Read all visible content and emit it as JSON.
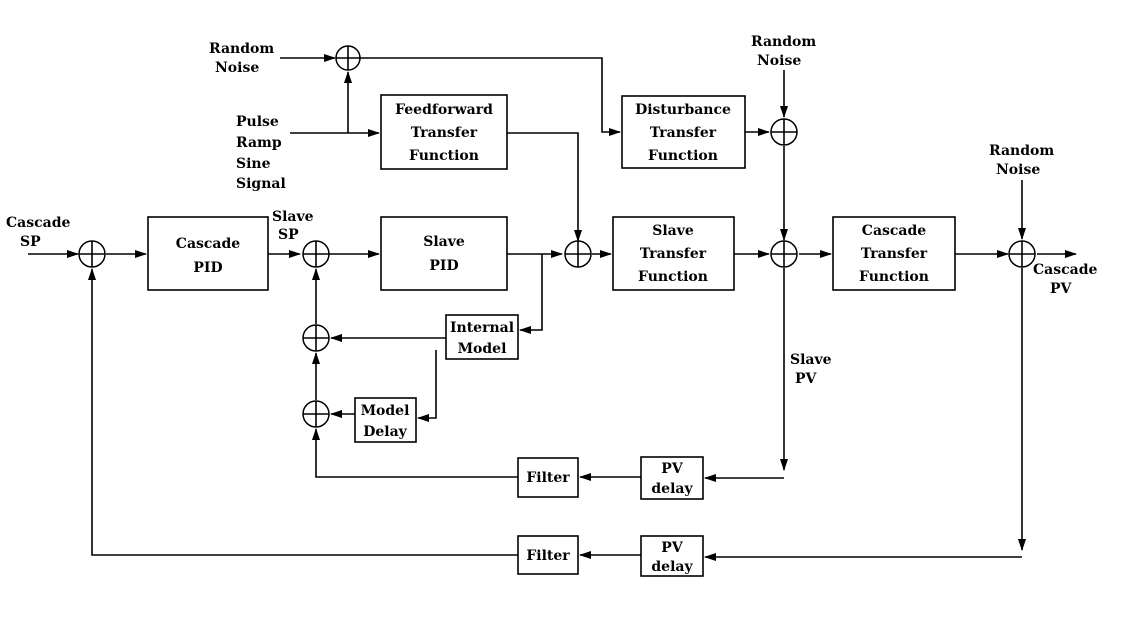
{
  "blocks": {
    "feedforward": [
      "Feedforward",
      "Transfer",
      "Function"
    ],
    "disturbance": [
      "Disturbance",
      "Transfer",
      "Function"
    ],
    "cascade_pid": [
      "Cascade",
      "PID"
    ],
    "slave_pid": [
      "Slave",
      "PID"
    ],
    "slave_tf": [
      "Slave",
      "Transfer",
      "Function"
    ],
    "cascade_tf": [
      "Cascade",
      "Transfer",
      "Function"
    ],
    "internal_model": [
      "Internal",
      "Model"
    ],
    "model_delay": [
      "Model",
      "Delay"
    ],
    "filter_slave": [
      "Filter"
    ],
    "pv_delay_slave": [
      "PV",
      "delay"
    ],
    "filter_cascade": [
      "Filter"
    ],
    "pv_delay_cascade": [
      "PV",
      "delay"
    ]
  },
  "labels": {
    "random_noise_1": [
      "Random",
      "Noise"
    ],
    "random_noise_2": [
      "Random",
      "Noise"
    ],
    "random_noise_3": [
      "Random",
      "Noise"
    ],
    "signal_sources": [
      "Pulse",
      "Ramp",
      "Sine",
      "Signal"
    ],
    "cascade_sp": [
      "Cascade",
      "SP"
    ],
    "slave_sp": [
      "Slave",
      "SP"
    ],
    "slave_pv": [
      "Slave",
      "PV"
    ],
    "cascade_pv": [
      "Cascade",
      "PV"
    ]
  }
}
